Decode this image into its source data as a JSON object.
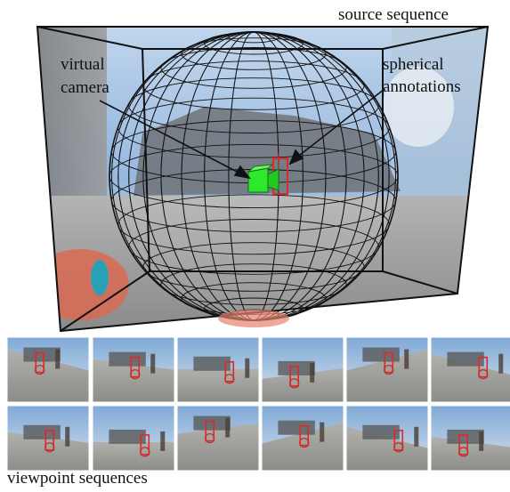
{
  "labels": {
    "source_sequence": "source sequence",
    "virtual_camera_line1": "virtual",
    "virtual_camera_line2": "camera",
    "spherical_line1": "spherical",
    "spherical_line2": "annotations",
    "viewpoint_sequences": "viewpoint sequences"
  },
  "colors": {
    "camera": "#2ee82e",
    "annotation_box": "#e32626",
    "wire": "#111111",
    "sky": "#a9c8e6",
    "ground": "#9a9a9a"
  },
  "thumbnails": {
    "rows": 2,
    "per_row": 6,
    "icon": "street-scene-with-cyclist-image"
  }
}
